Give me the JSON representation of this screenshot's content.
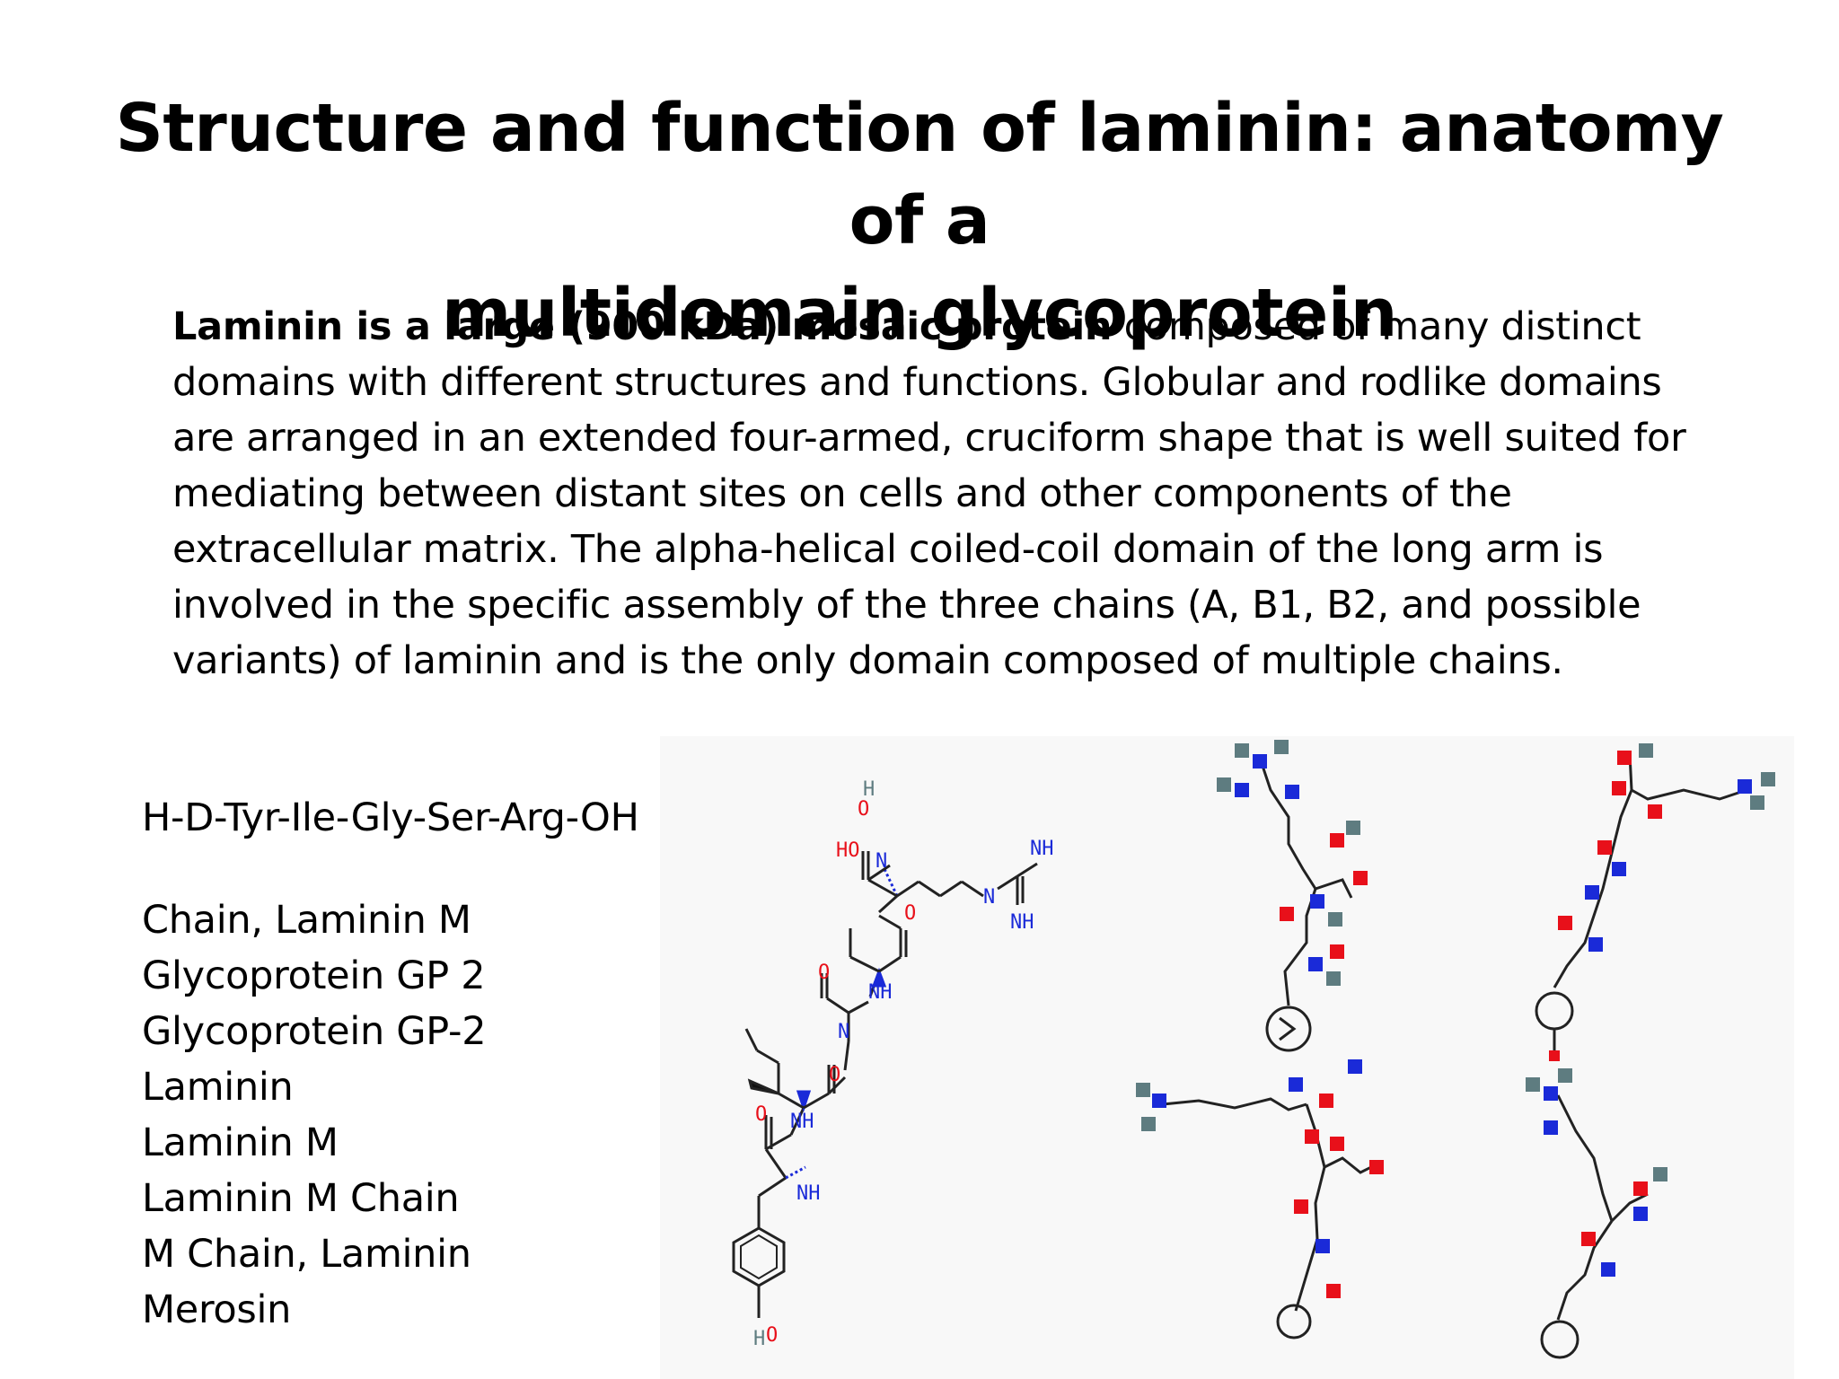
{
  "slide": {
    "title_line1": "Structure and function of laminin: anatomy of a",
    "title_line2": "multidomain glycoprotein",
    "paragraph": {
      "bold_lead": "Laminin is a large (900 kDa) mosaic protein",
      "line1_rest": " composed of many distinct",
      "line2": "domains with different structures and functions. Globular and rodlike domains",
      "line3": "are arranged in an extended four-armed, cruciform shape that is well suited for",
      "line4": "mediating between distant sites on cells and other components of the",
      "line5": "extracellular matrix. The alpha-helical coiled-coil domain of the long arm is",
      "line6": "involved in the specific assembly of the three chains (A, B1, B2, and possible",
      "line7": "variants) of laminin and is the only domain composed of multiple chains."
    },
    "sequence": "H-D-Tyr-Ile-Gly-Ser-Arg-OH",
    "synonyms": [
      "Chain, Laminin M",
      "Glycoprotein GP 2",
      "Glycoprotein GP-2",
      "Laminin",
      "Laminin M",
      "Laminin M Chain",
      "M Chain, Laminin",
      "Merosin"
    ],
    "structure_labels": {
      "o": "O",
      "h": "H",
      "n": "N",
      "nh": "NH",
      "ho": "HO"
    },
    "colors": {
      "oxygen": "#e8101a",
      "nitrogen": "#1a2ad8",
      "hydrogen": "#5e7c80",
      "bond": "#222222"
    }
  }
}
